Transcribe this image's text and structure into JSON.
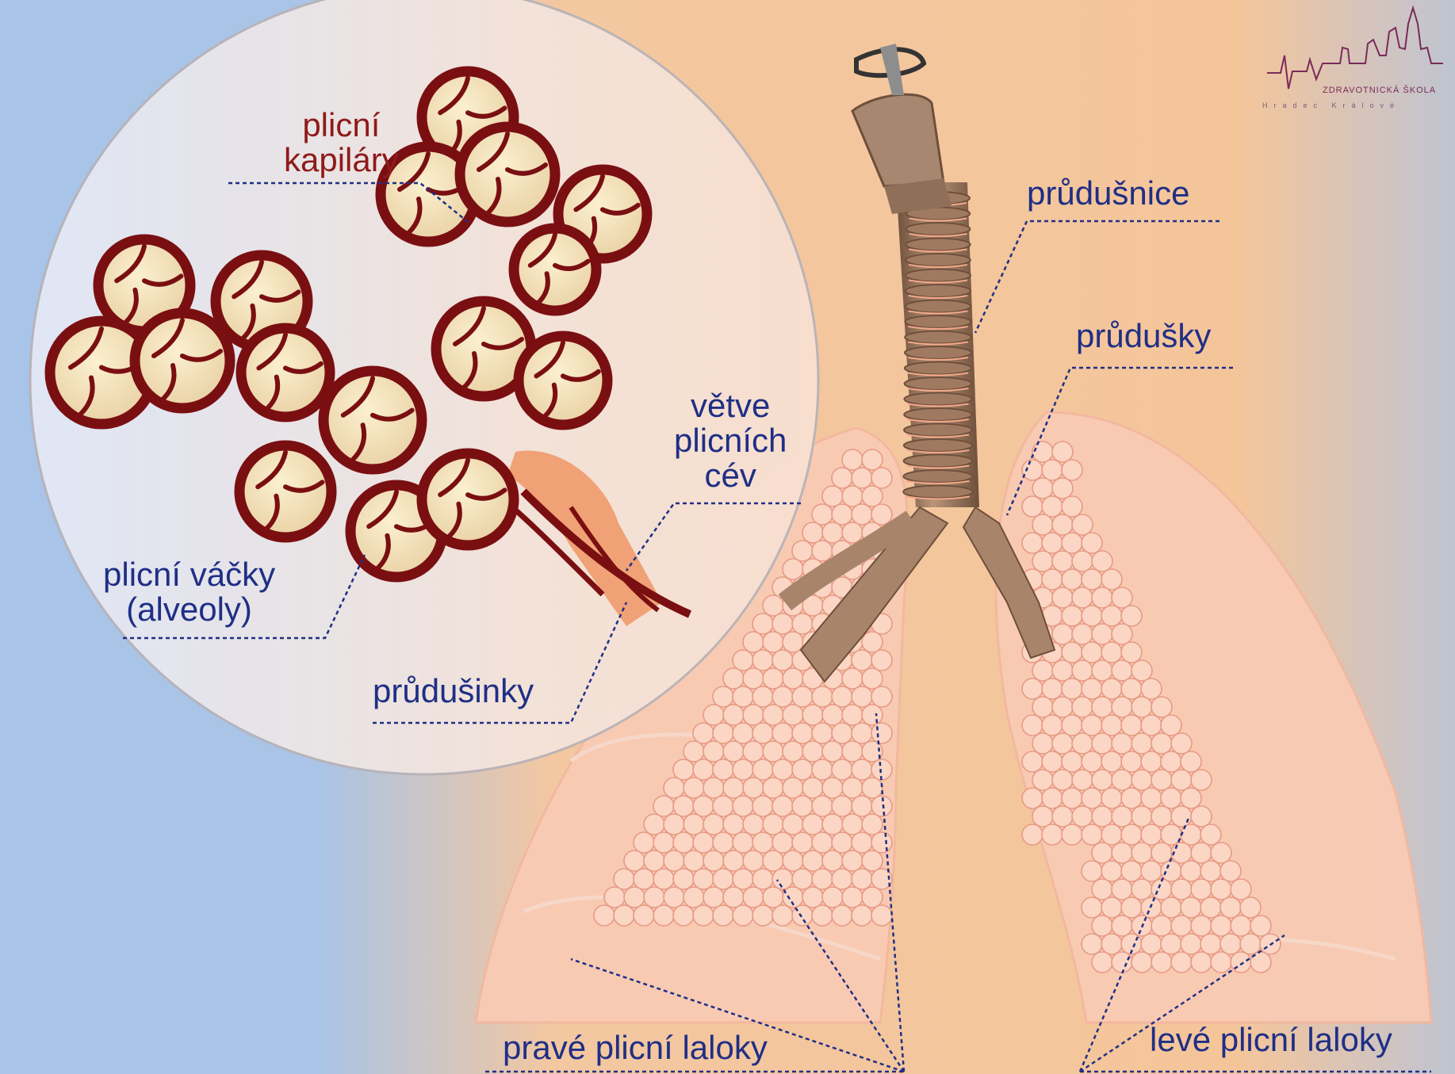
{
  "labels": {
    "capillaries_l1": "plicní",
    "capillaries_l2": "kapiláry",
    "vessels_l1": "větve",
    "vessels_l2": "plicních",
    "vessels_l3": "cév",
    "alveoli_l1": "plicní váčky",
    "alveoli_l2": "(alveoly)",
    "bronchioles": "průdušinky",
    "trachea": "průdušnice",
    "bronchi": "průdušky",
    "right_lobes": "pravé plicní laloky",
    "left_lobes": "levé plicní laloky"
  },
  "logo": {
    "name": "ZDRAVOTNICKÁ ŠKOLA",
    "city": "Hradec Králové"
  },
  "colors": {
    "label_text": "#1f2f86",
    "label_red": "#8f1a1a",
    "alveolus_ring": "#7a0f12",
    "alveolus_fill": "#f3dcb0",
    "lung_fill": "#f9cbb4",
    "trachea": "#9b7b64"
  }
}
